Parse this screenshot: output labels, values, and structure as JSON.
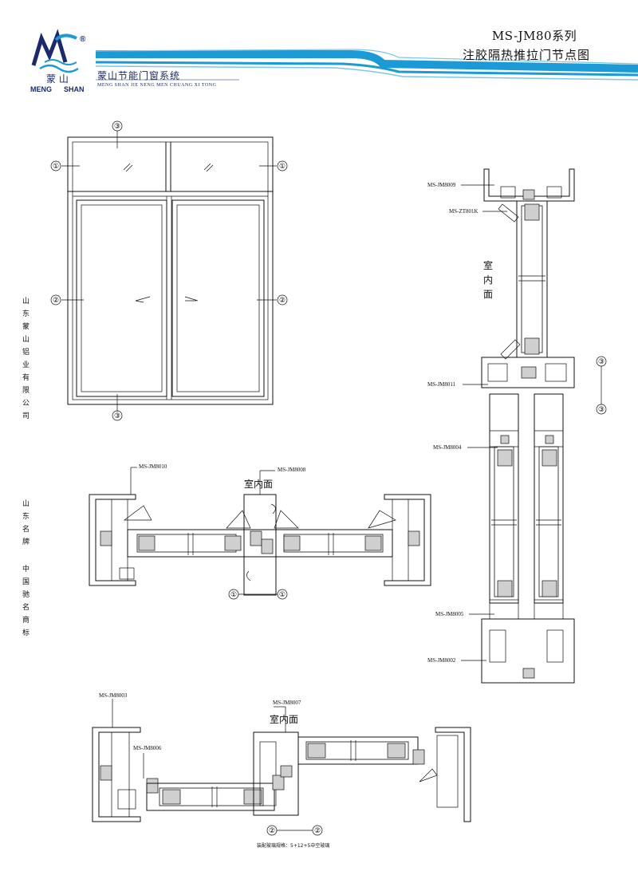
{
  "header": {
    "brand_cn": "蒙山节能门窗系统",
    "brand_en": "MENG SHAN JIE NENG MEN CHUANG XI TONG",
    "logo_cn": "蒙 山",
    "logo_en_left": "MENG",
    "logo_en_right": "SHAN",
    "registered_mark": "®",
    "title_line1": "MS-JM80系列",
    "title_line2": "注胶隔热推拉门节点图",
    "accent_color": "#1b9ad6",
    "brand_color": "#1a2a6c"
  },
  "sidebar": {
    "company": "山东蒙山铝业有限公司",
    "brand": "山东名牌",
    "trademark": "中国驰名商标"
  },
  "elevation": {
    "markers": [
      "③",
      "①",
      "①",
      "②",
      "②",
      "③"
    ]
  },
  "vertical_section": {
    "labels": [
      "MS-JM8009",
      "MS-ZT801K",
      "MS-JM8011",
      "MS-JM8004",
      "MS-JM8005",
      "MS-JM8002"
    ],
    "room_label": "室内面",
    "markers": [
      "③",
      "③"
    ]
  },
  "horizontal_section_1": {
    "labels": [
      "MS-JM8010",
      "MS-JM8008"
    ],
    "room_label": "室内面",
    "markers": [
      "①",
      "①"
    ]
  },
  "horizontal_section_2": {
    "labels": [
      "MS-JM8003",
      "MS-JM8006",
      "MS-JM8007"
    ],
    "room_label": "室内面",
    "markers": [
      "②",
      "②"
    ],
    "footnote": "装配玻璃规格：5+12+5中空玻璃"
  }
}
